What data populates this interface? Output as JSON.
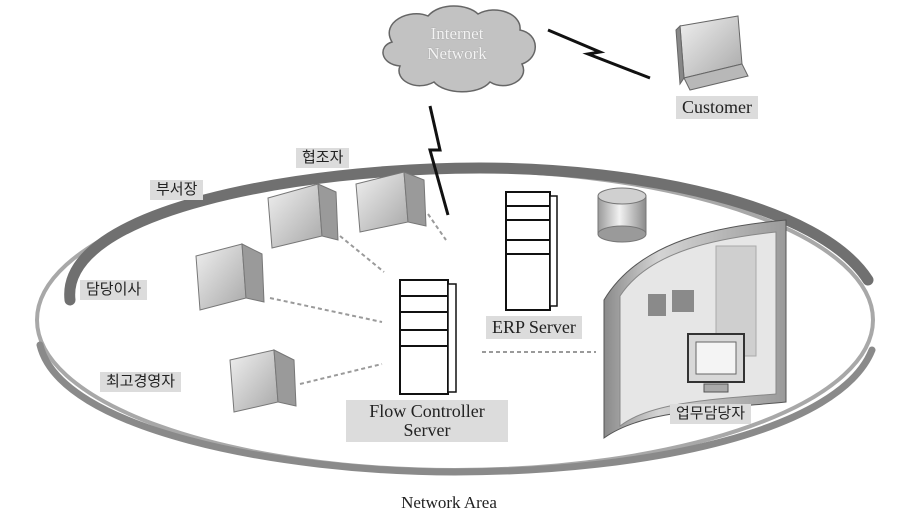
{
  "cloud": {
    "line1": "Internet",
    "line2": "Network"
  },
  "customer": "Customer",
  "roles": {
    "collaborator": "협조자",
    "dept_head": "부서장",
    "director": "담당이사",
    "ceo": "최고경영자",
    "staff": "업무담당자"
  },
  "servers": {
    "erp": "ERP Server",
    "flow_line1": "Flow Controller",
    "flow_line2": "Server"
  },
  "area": "Network Area"
}
